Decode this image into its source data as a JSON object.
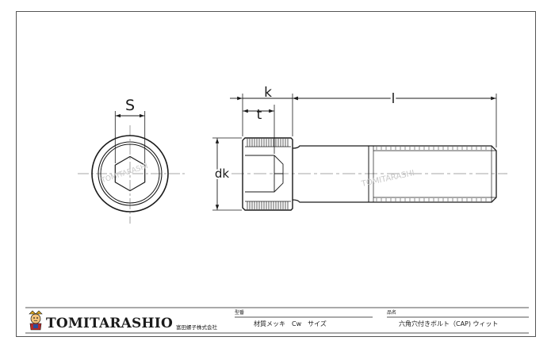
{
  "dimensions": {
    "s": "S",
    "t": "t",
    "k": "k",
    "l": "l",
    "dk": "dk"
  },
  "watermark": "TOMITARASHI",
  "title_block": {
    "brand": "TOMITARASHIO",
    "company": "富田螺子株式会社",
    "model_label": "型番",
    "model_value": "材質メッキ　Cw　サイズ",
    "product_label": "品名",
    "product_value": "六角穴付きボルト（CAP) ウィット"
  },
  "colors": {
    "line": "#1a1a1a",
    "center_line": "#8a8a8a",
    "watermark": "#c8c8c8"
  }
}
